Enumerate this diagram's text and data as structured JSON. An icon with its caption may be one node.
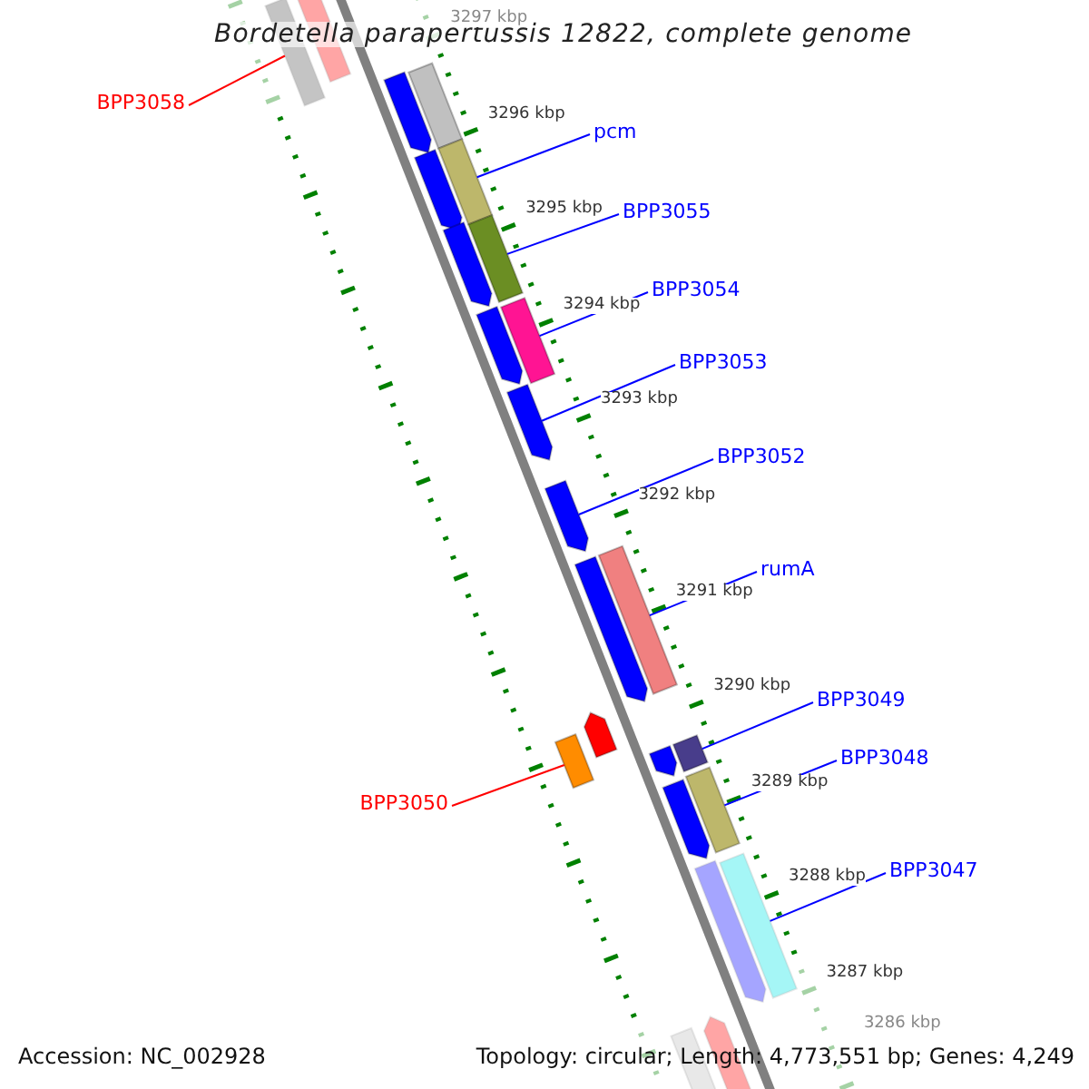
{
  "diagram": {
    "title": "Bordetella parapertussis 12822, complete genome",
    "nodes": [
      {
        "text": [
          "BPP3058"
        ]
      },
      {
        "text": [
          "pcm"
        ]
      },
      {
        "text": [
          "BPP3055"
        ]
      },
      {
        "text": [
          "BPP3054"
        ]
      },
      {
        "text": [
          "BPP3053"
        ]
      },
      {
        "text": [
          "BPP3052"
        ]
      },
      {
        "text": [
          "rumA"
        ]
      },
      {
        "text": [
          "BPP3049"
        ]
      },
      {
        "text": [
          "BPP3048"
        ]
      },
      {
        "text": [
          "BPP3050"
        ]
      },
      {
        "text": [
          "BPP3047"
        ]
      },
      {
        "text": [],
        "shape": "bar"
      },
      {
        "text": [],
        "shape": "bar"
      },
      {
        "text": [],
        "shape": "pentagon"
      },
      {
        "text": [],
        "shape": "bar"
      },
      {
        "text": [],
        "shape": "pentagon"
      },
      {
        "text": [],
        "shape": "bar"
      },
      {
        "text": [],
        "shape": "pentagon"
      },
      {
        "text": [],
        "shape": "bar"
      },
      {
        "text": [],
        "shape": "pentagon"
      },
      {
        "text": [],
        "shape": "bar"
      },
      {
        "text": [],
        "shape": "pentagon"
      },
      {
        "text": [],
        "shape": "pentagon"
      },
      {
        "text": [],
        "shape": "pentagon"
      },
      {
        "text": [],
        "shape": "bar"
      },
      {
        "text": [],
        "shape": "pentagon"
      },
      {
        "text": [],
        "shape": "bar"
      },
      {
        "text": [],
        "shape": "pentagon"
      },
      {
        "text": [],
        "shape": "bar"
      },
      {
        "text": [],
        "shape": "pentagon"
      },
      {
        "text": [],
        "shape": "bar"
      },
      {
        "text": [],
        "shape": "pentagon"
      },
      {
        "text": [],
        "shape": "bar"
      },
      {
        "text": [],
        "shape": "bar"
      },
      {
        "text": [],
        "shape": "pentagon"
      }
    ],
    "edges": [
      {
        "from": 0,
        "to": 11,
        "arrow": "none",
        "color": "#ff0000"
      },
      {
        "from": 1,
        "to": 16,
        "arrow": "none"
      },
      {
        "from": 2,
        "to": 18,
        "arrow": "none"
      },
      {
        "from": 3,
        "to": 20,
        "arrow": "none"
      },
      {
        "from": 4,
        "to": 21,
        "arrow": "none"
      },
      {
        "from": 5,
        "to": 22,
        "arrow": "none"
      },
      {
        "from": 6,
        "to": 24,
        "arrow": "none"
      },
      {
        "from": 7,
        "to": 28,
        "arrow": "none"
      },
      {
        "from": 8,
        "to": 30,
        "arrow": "none"
      },
      {
        "from": 9,
        "to": 26,
        "arrow": "none",
        "color": "#ff0000"
      },
      {
        "from": 10,
        "to": 32,
        "arrow": "none"
      }
    ],
    "labels": [
      "3297 kbp",
      "3296 kbp",
      "3295 kbp",
      "3294 kbp",
      "3293 kbp",
      "3292 kbp",
      "3291 kbp",
      "3290 kbp",
      "3289 kbp",
      "3288 kbp",
      "3287 kbp",
      "3286 kbp",
      "Accession: NC_002928",
      "Topology: circular; Length: 4,773,551 bp; Genes: 4,249"
    ]
  }
}
